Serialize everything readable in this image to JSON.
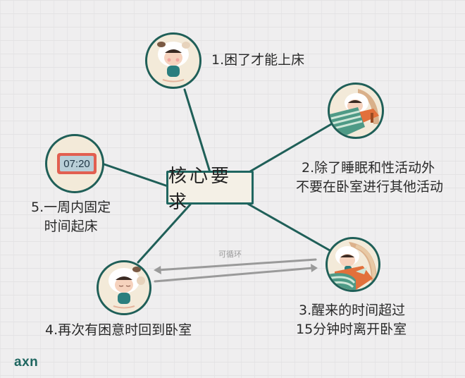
{
  "center": {
    "title": "核心要求"
  },
  "nodes": [
    {
      "id": 1,
      "label_lines": [
        "1.困了才能上床"
      ],
      "icon": "child-standing-icon"
    },
    {
      "id": 2,
      "label_lines": [
        "2.除了睡眠和性活动外",
        "不要在卧室进行其他活动"
      ],
      "icon": "child-in-bed-icon"
    },
    {
      "id": 3,
      "label_lines": [
        "3.醒来的时间超过",
        "15分钟时离开卧室"
      ],
      "icon": "child-awake-in-bed-icon"
    },
    {
      "id": 4,
      "label_lines": [
        "4.再次有困意时回到卧室"
      ],
      "icon": "child-standing-icon"
    },
    {
      "id": 5,
      "label_lines": [
        "5.一周内固定",
        "时间起床"
      ],
      "icon": "alarm-clock-icon",
      "clock_time": "07:20"
    }
  ],
  "loop": {
    "label": "可循环"
  },
  "brand": {
    "logo": "axn"
  },
  "colors": {
    "accent": "#1f5f58",
    "background": "#efeeef",
    "clock_red": "#e25f50",
    "arrow_gray": "#9a9a9a"
  }
}
